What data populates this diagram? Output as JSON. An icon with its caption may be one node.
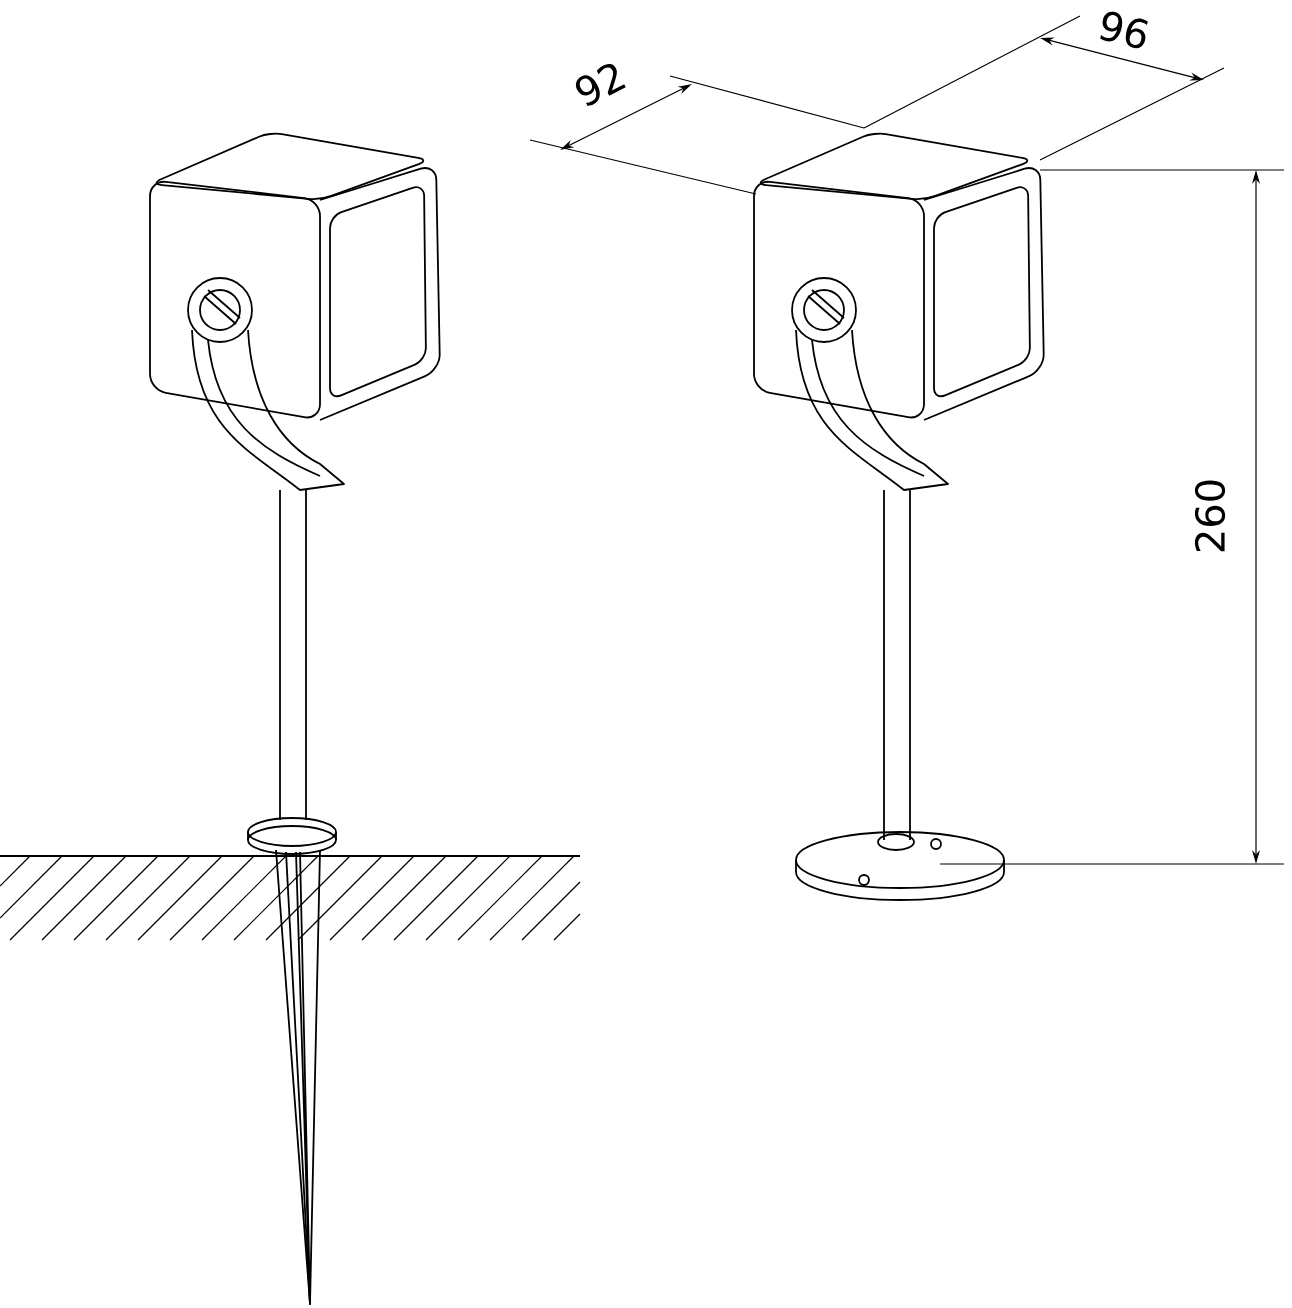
{
  "diagram": {
    "labels": [
      "96",
      "92",
      "260"
    ]
  }
}
